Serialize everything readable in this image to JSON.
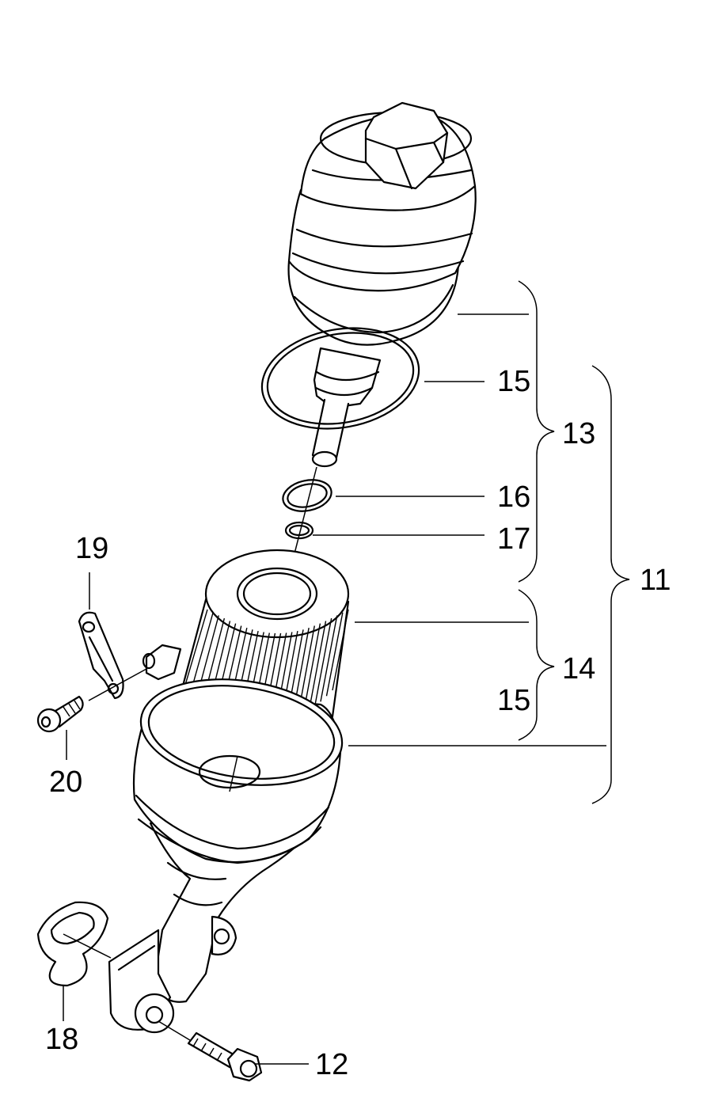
{
  "diagram": {
    "callouts": {
      "housing_assembly": "11",
      "bolt": "12",
      "cap_assembly": "13",
      "filter_kit": "14",
      "o_ring_large": "15",
      "o_ring_large_kit": "15",
      "o_ring_medium": "16",
      "o_ring_small": "17",
      "gasket": "18",
      "bracket": "19",
      "screw": "20"
    },
    "colors": {
      "ink": "#000000",
      "paper": "#ffffff"
    },
    "icons": [
      "hex-nut-icon",
      "bolt-icon",
      "o-ring-icon",
      "filter-element-icon"
    ]
  }
}
